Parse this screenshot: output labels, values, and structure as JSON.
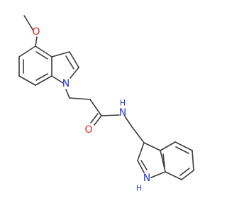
{
  "structure": {
    "colors": {
      "bond": "#3a3a3a",
      "oxygen": "#e8281e",
      "nitrogen": "#2b3bd6",
      "background": "#ffffff"
    },
    "atom_labels": {
      "methoxy_oxygen": "O",
      "indole_nitrogen_a": "N",
      "carbonyl_oxygen": "O",
      "amide_nitrogen": "N",
      "amide_hydrogen": "H",
      "indole_nitrogen_b": "N",
      "indole_hydrogen_b": "H"
    }
  }
}
